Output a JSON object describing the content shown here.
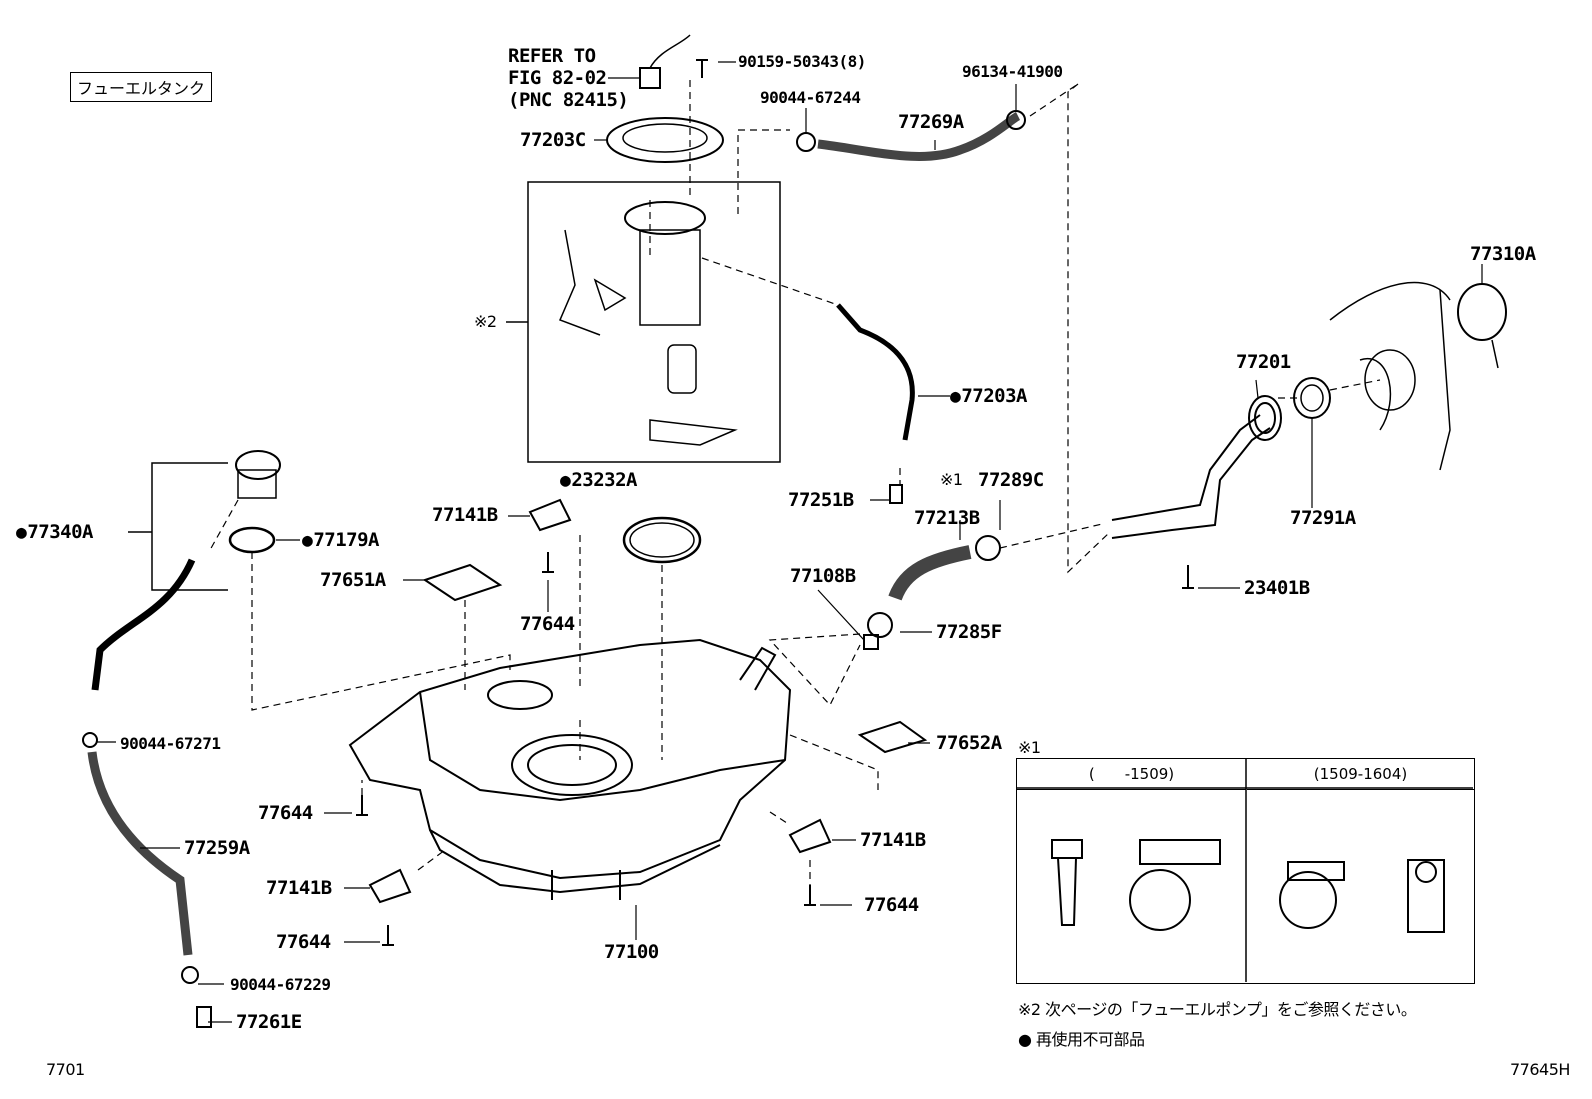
{
  "title": "フューエルタンク",
  "refer": {
    "line1": "REFER TO",
    "line2": "FIG 82-02",
    "line3": "(PNC 82415)"
  },
  "labels": {
    "p90159": "90159-50343(8)",
    "p96134": "96134-41900",
    "p90044_67244": "90044-67244",
    "p77269A": "77269A",
    "p77203C": "77203C",
    "note2": "※2",
    "p77203A": "77203A",
    "p77310A": "77310A",
    "p77201": "77201",
    "p77291A": "77291A",
    "p23401B": "23401B",
    "p77340A": "77340A",
    "p77179A": "77179A",
    "p77141B_top": "77141B",
    "p23232A": "23232A",
    "p77651A": "77651A",
    "p77644_top": "77644",
    "p77251B": "77251B",
    "note1": "※1",
    "p77289C": "77289C",
    "p77213B": "77213B",
    "p77108B": "77108B",
    "p77285F": "77285F",
    "p90044_67271": "90044-67271",
    "p77652A": "77652A",
    "p77644_left": "77644",
    "p77259A": "77259A",
    "p77141B_right": "77141B",
    "p77141B_left": "77141B",
    "p77644_right": "77644",
    "p77644_bottom": "77644",
    "p77100": "77100",
    "p90044_67229": "90044-67229",
    "p77261E": "77261E"
  },
  "legend": {
    "marker": "※1",
    "col1": "(　　-1509)",
    "col2": "(1509-1604)"
  },
  "notes": {
    "note2_text": "※2 次ページの「フューエルポンプ」をご参照ください。",
    "dot_text": "再使用不可部品"
  },
  "footer": {
    "left": "7701",
    "right": "77645H"
  }
}
